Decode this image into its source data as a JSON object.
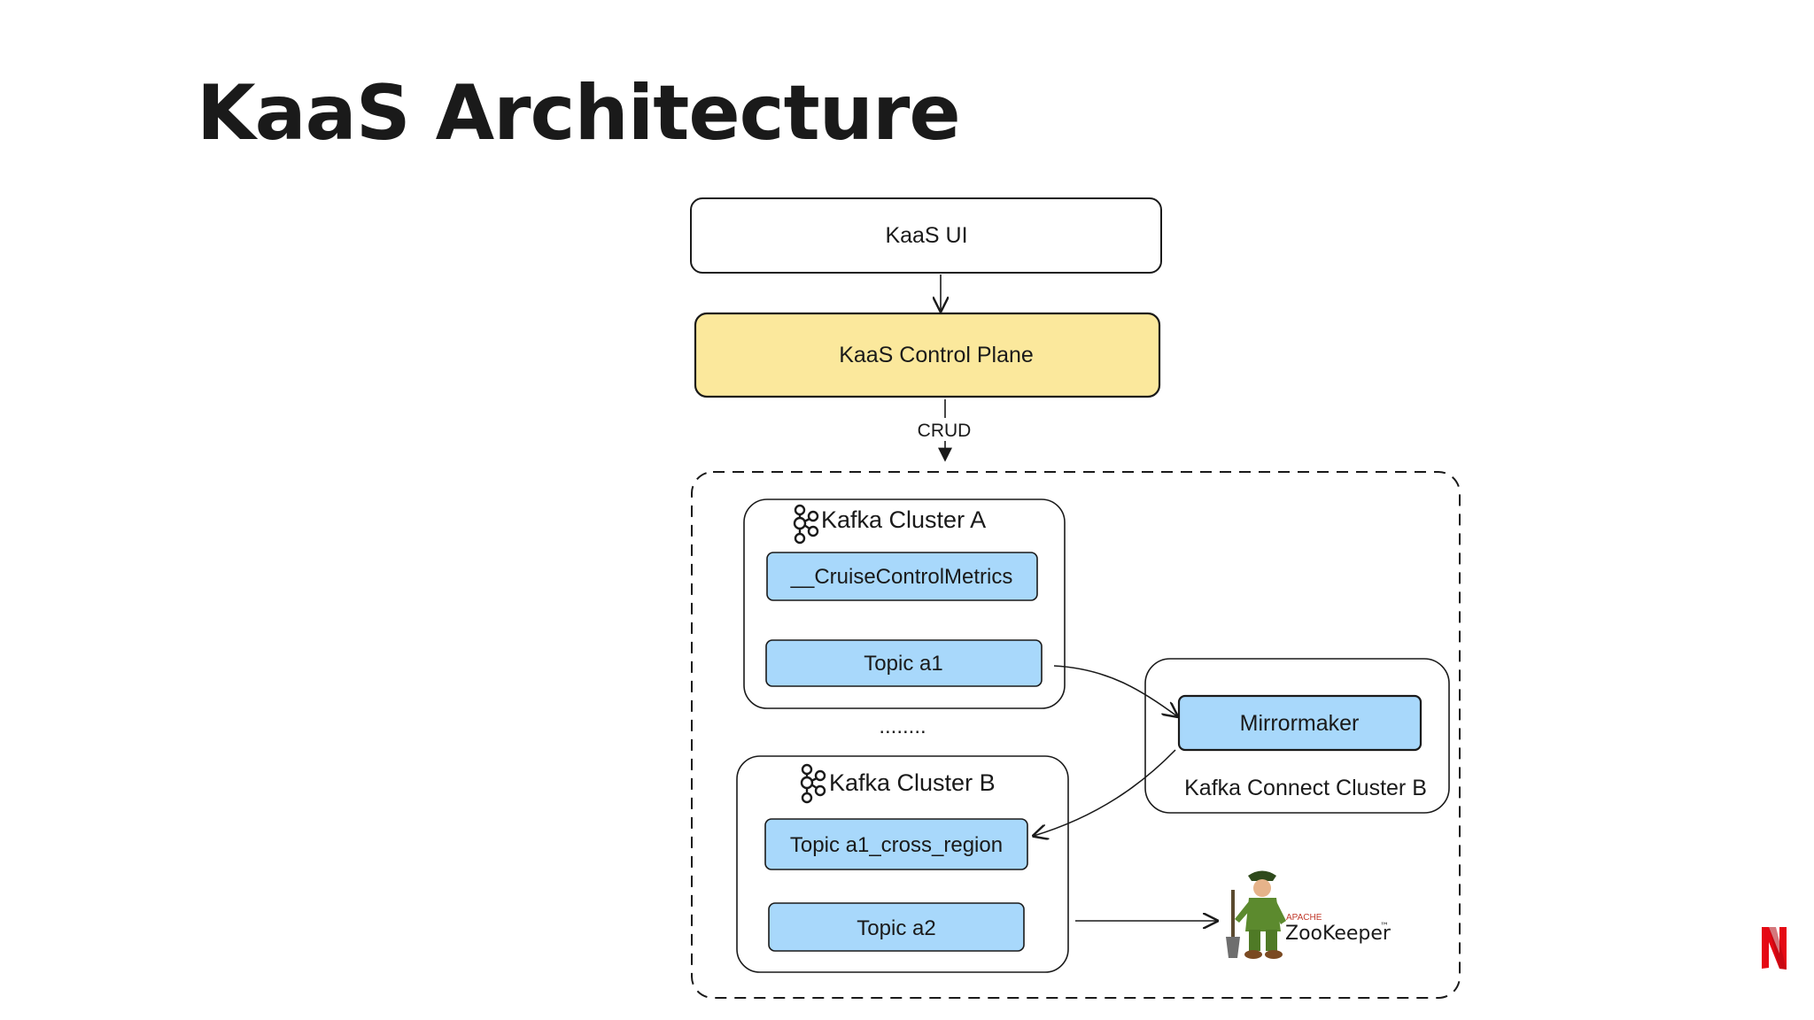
{
  "slide": {
    "title": "KaaS Architecture"
  },
  "diagram": {
    "ui_box": "KaaS UI",
    "control_plane_box": "KaaS Control Plane",
    "crud_label": "CRUD",
    "cluster_a": {
      "title": "Kafka Cluster A",
      "topics": [
        "__CruiseControlMetrics",
        "Topic a1"
      ]
    },
    "ellipsis": "........",
    "cluster_b": {
      "title": "Kafka Cluster B",
      "topics": [
        "Topic a1_cross_region",
        "Topic a2"
      ]
    },
    "connect_cluster": {
      "title": "Kafka Connect Cluster B",
      "mirrormaker": "Mirrormaker"
    },
    "zookeeper": {
      "apache": "APACHE",
      "name": "ZooKeeper",
      "tm": "™"
    }
  },
  "colors": {
    "control_plane_fill": "#fbe89c",
    "topic_fill": "#a8d8fb",
    "stroke": "#1a1a1a",
    "netflix_red": "#e50914"
  },
  "icons": [
    "kafka-icon",
    "zookeeper-mascot",
    "netflix-logo"
  ]
}
